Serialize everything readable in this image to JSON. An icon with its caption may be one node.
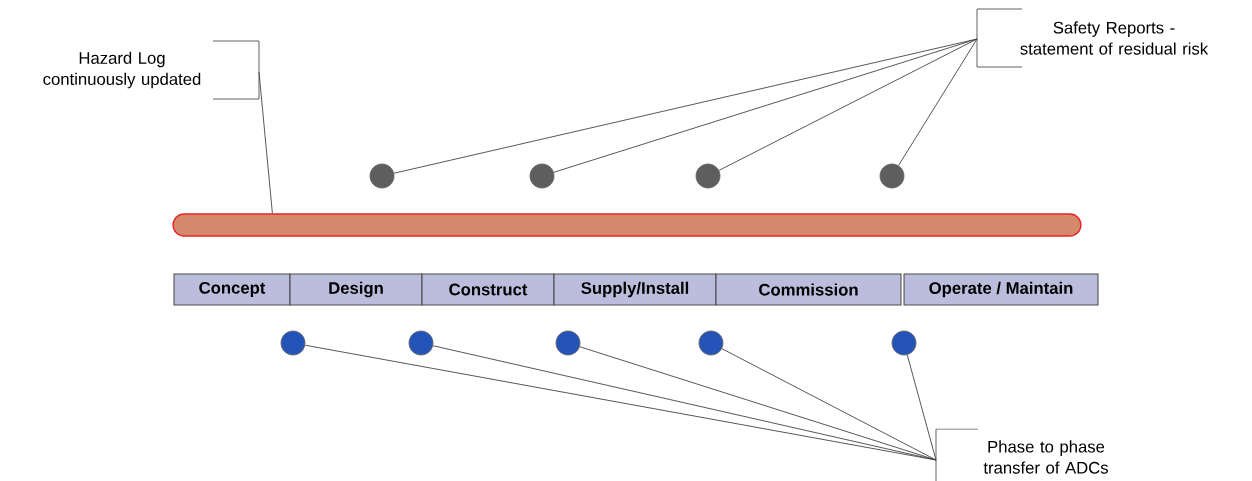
{
  "diagram": {
    "nodes": [
      {
        "text": [
          "Hazard Log continuously updated"
        ]
      },
      {
        "text": [
          "Safety Reports - statement of residual risk"
        ]
      },
      {
        "text": [
          "Phase to phase transfer of ADCs"
        ]
      },
      {
        "text": [],
        "shape": "bar"
      },
      {
        "text": [
          "Concept"
        ]
      },
      {
        "text": [
          "Design"
        ]
      },
      {
        "text": [
          "Construct"
        ]
      },
      {
        "text": [
          "Supply/Install"
        ]
      },
      {
        "text": [
          "Commission"
        ]
      },
      {
        "text": [
          "Operate / Maintain"
        ]
      },
      {
        "text": [],
        "shape": "circle"
      },
      {
        "text": [],
        "shape": "circle"
      },
      {
        "text": [],
        "shape": "circle"
      },
      {
        "text": [],
        "shape": "circle"
      },
      {
        "text": [],
        "shape": "circle"
      },
      {
        "text": [],
        "shape": "circle"
      },
      {
        "text": [],
        "shape": "circle"
      },
      {
        "text": [],
        "shape": "circle"
      },
      {
        "text": [],
        "shape": "circle"
      }
    ],
    "edges": [
      {
        "from": 0,
        "to": 3,
        "arrow": "none"
      },
      {
        "from": 1,
        "to": 10,
        "arrow": "none"
      },
      {
        "from": 1,
        "to": 11,
        "arrow": "none"
      },
      {
        "from": 1,
        "to": 12,
        "arrow": "none"
      },
      {
        "from": 1,
        "to": 13,
        "arrow": "none"
      },
      {
        "from": 2,
        "to": 14,
        "arrow": "none"
      },
      {
        "from": 2,
        "to": 15,
        "arrow": "none"
      },
      {
        "from": 2,
        "to": 16,
        "arrow": "none"
      },
      {
        "from": 2,
        "to": 17,
        "arrow": "none"
      },
      {
        "from": 2,
        "to": 18,
        "arrow": "none"
      }
    ]
  }
}
